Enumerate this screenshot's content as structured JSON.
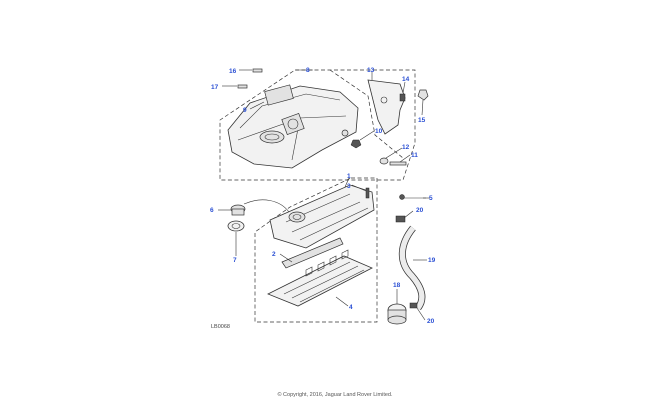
{
  "diagram": {
    "reference_code": "LB0068",
    "copyright": "© Copyright, 2016, Jaguar Land Rover Limited.",
    "callouts": [
      {
        "id": "c16",
        "label": "16"
      },
      {
        "id": "c8",
        "label": "8"
      },
      {
        "id": "c13",
        "label": "13"
      },
      {
        "id": "c14",
        "label": "14"
      },
      {
        "id": "c17",
        "label": "17"
      },
      {
        "id": "c9",
        "label": "9"
      },
      {
        "id": "c15",
        "label": "15"
      },
      {
        "id": "c10",
        "label": "10"
      },
      {
        "id": "c12",
        "label": "12"
      },
      {
        "id": "c11",
        "label": "11"
      },
      {
        "id": "c1",
        "label": "1"
      },
      {
        "id": "c3",
        "label": "3"
      },
      {
        "id": "c5",
        "label": "5"
      },
      {
        "id": "c6",
        "label": "6"
      },
      {
        "id": "c20a",
        "label": "20"
      },
      {
        "id": "c2",
        "label": "2"
      },
      {
        "id": "c7",
        "label": "7"
      },
      {
        "id": "c19",
        "label": "19"
      },
      {
        "id": "c18",
        "label": "18"
      },
      {
        "id": "c4",
        "label": "4"
      },
      {
        "id": "c20b",
        "label": "20"
      }
    ]
  }
}
